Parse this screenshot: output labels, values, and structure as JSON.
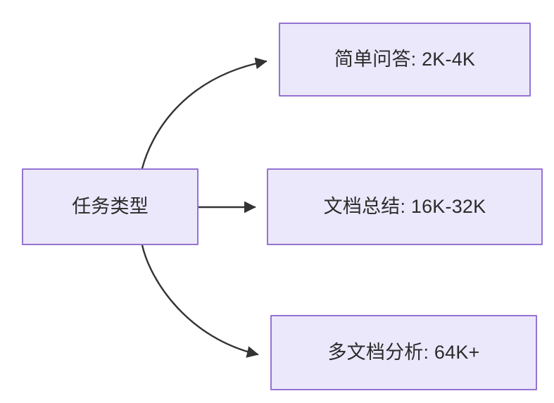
{
  "diagram": {
    "type": "flowchart",
    "direction": "left-to-right",
    "background_color": "#ffffff",
    "node_fill_color": "#ebe8fb",
    "node_border_color": "#9573d4",
    "node_text_color": "#2b2b2b",
    "edge_color": "#333333",
    "root": {
      "id": "root",
      "label": "任务类型"
    },
    "branches": [
      {
        "id": "simple-qa",
        "label": "简单问答: 2K-4K",
        "task": "简单问答",
        "token_range": "2K-4K",
        "edge_style": "curved-up",
        "arrow": "filled-triangle"
      },
      {
        "id": "doc-summary",
        "label": "文档总结: 16K-32K",
        "task": "文档总结",
        "token_range": "16K-32K",
        "edge_style": "straight",
        "arrow": "filled-triangle"
      },
      {
        "id": "multi-doc",
        "label": "多文档分析: 64K+",
        "task": "多文档分析",
        "token_range": "64K+",
        "edge_style": "curved-down",
        "arrow": "filled-triangle"
      }
    ]
  }
}
